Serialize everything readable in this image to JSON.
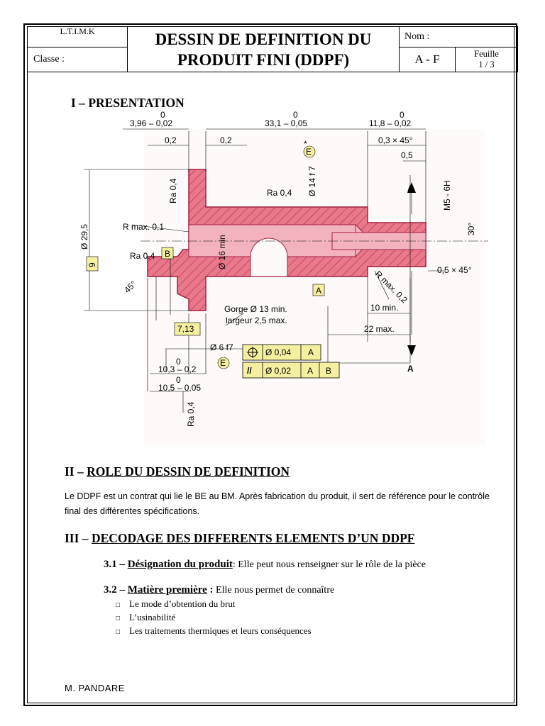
{
  "header": {
    "school": "L.T.I.M.K",
    "classe_label": "Classe :",
    "title_line1": "DESSIN DE DEFINITION DU",
    "title_line2": "PRODUIT FINI (DDPF)",
    "nom_label": "Nom :",
    "sequence": "A - F",
    "sheet_label": "Feuille",
    "sheet_number": "1 / 3"
  },
  "section1": {
    "prefix": "I – ",
    "title": "PRESENTATION"
  },
  "drawing": {
    "dims": {
      "top_left_tol": "0",
      "top_left": "3,96 – 0,02",
      "top_mid_tol": "0",
      "top_mid": "33,1 – 0,05",
      "top_right_tol": "0",
      "top_right": "11,8 – 0,02",
      "d02a": "0,2",
      "d02b": "0,2",
      "chamfer_right": "0,3 × 45°",
      "d05": "0,5",
      "d14": "Ø 14 f 7",
      "m5": "M5 - 6H",
      "section_a": "A",
      "ra04_top": "Ra 0,4",
      "ra04_left": "Ra 0,4",
      "ra04_vert": "Ra 0,4",
      "ra04_bottom": "Ra 0,4",
      "rmax01": "R max. 0,1",
      "d29": "Ø 29,5",
      "d16": "Ø 16 min",
      "box9": "9",
      "boxB": "B",
      "boxA": "A",
      "angle30": "30°",
      "chamfer_05": "0,5 × 45°",
      "rmax02": "R max. 0,2",
      "angle45": "45°",
      "groove1": "Gorge Ø 13 min.",
      "groove2": "largeur 2,5 max.",
      "d10min": "10 min.",
      "d22max": "22 max.",
      "box713": "7,13",
      "d6f7": "Ø 6 f7",
      "circleE": "E",
      "tol1_val": "Ø 0,04",
      "tol1_ref": "A",
      "tol2_sym": "//",
      "tol2_val": "Ø 0,02",
      "tol2_ref1": "A",
      "tol2_ref2": "B",
      "d103_tol": "0",
      "d103": "10,3 – 0,2",
      "d105_tol": "0",
      "d105": "10,5 – 0,05",
      "star": "*"
    }
  },
  "section2": {
    "prefix": "II – ",
    "title": "ROLE DU DESSIN DE DEFINITION"
  },
  "role_text": "Le DDPF est un contrat qui lie le BE au BM. Après fabrication du produit, il sert de référence pour le contrôle final des différentes spécifications.",
  "section3": {
    "prefix": "III – ",
    "title": "DECODAGE DES DIFFERENTS ELEMENTS D’UN DDPF"
  },
  "sub31": {
    "number": "3.1 – ",
    "title": "Désignation du produit",
    "text": ": Elle peut nous renseigner sur le rôle de la pièce"
  },
  "sub32": {
    "number": "3.2 – ",
    "title": "Matière première",
    "colon": " :",
    "text": " Elle nous permet de connaître",
    "bullets": [
      "Le mode d’obtention du brut",
      "L’usinabilité",
      "Les traitements thermiques et leurs conséquences"
    ]
  },
  "footer": {
    "author": "M.  PANDARE"
  },
  "colors": {
    "part_fill": "#e8788a",
    "box_fill": "#f4f0a0"
  }
}
